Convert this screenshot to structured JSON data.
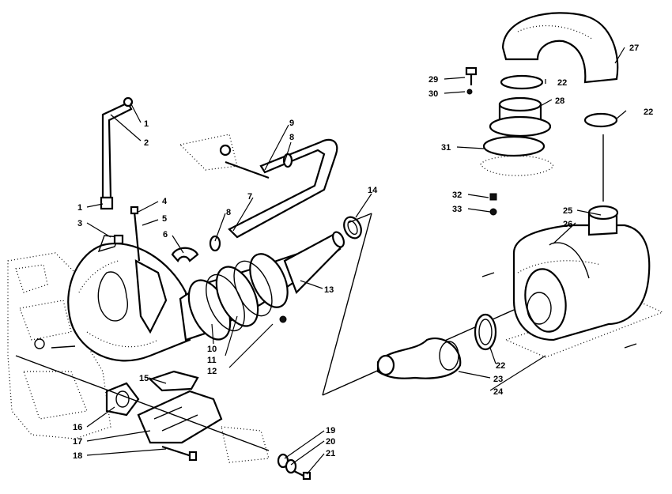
{
  "diagram": {
    "callouts": [
      {
        "id": "c1a",
        "text": "1"
      },
      {
        "id": "c2",
        "text": "2"
      },
      {
        "id": "c1b",
        "text": "1"
      },
      {
        "id": "c3",
        "text": "3"
      },
      {
        "id": "c4",
        "text": "4"
      },
      {
        "id": "c5",
        "text": "5"
      },
      {
        "id": "c6",
        "text": "6"
      },
      {
        "id": "c7",
        "text": "7"
      },
      {
        "id": "c8a",
        "text": "8"
      },
      {
        "id": "c8b",
        "text": "8"
      },
      {
        "id": "c9",
        "text": "9"
      },
      {
        "id": "c10",
        "text": "10"
      },
      {
        "id": "c11",
        "text": "11"
      },
      {
        "id": "c12",
        "text": "12"
      },
      {
        "id": "c13",
        "text": "13"
      },
      {
        "id": "c14",
        "text": "14"
      },
      {
        "id": "c15",
        "text": "15"
      },
      {
        "id": "c16",
        "text": "16"
      },
      {
        "id": "c17",
        "text": "17"
      },
      {
        "id": "c18",
        "text": "18"
      },
      {
        "id": "c19",
        "text": "19"
      },
      {
        "id": "c20",
        "text": "20"
      },
      {
        "id": "c21",
        "text": "21"
      },
      {
        "id": "c22a",
        "text": "22"
      },
      {
        "id": "c22b",
        "text": "22"
      },
      {
        "id": "c22c",
        "text": "22"
      },
      {
        "id": "c23",
        "text": "23"
      },
      {
        "id": "c24",
        "text": "24"
      },
      {
        "id": "c25",
        "text": "25"
      },
      {
        "id": "c26",
        "text": "26"
      },
      {
        "id": "c27",
        "text": "27"
      },
      {
        "id": "c28",
        "text": "28"
      },
      {
        "id": "c29",
        "text": "29"
      },
      {
        "id": "c30",
        "text": "30"
      },
      {
        "id": "c31",
        "text": "31"
      },
      {
        "id": "c32",
        "text": "32"
      },
      {
        "id": "c33",
        "text": "33"
      }
    ]
  }
}
